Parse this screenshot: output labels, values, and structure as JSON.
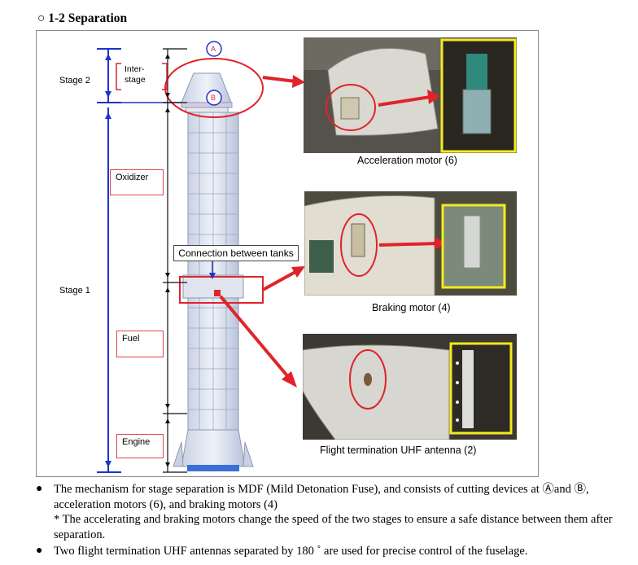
{
  "section": {
    "marker": "○",
    "title": "1-2 Separation"
  },
  "diagram": {
    "stage2_label": "Stage 2",
    "stage1_label": "Stage 1",
    "interstage_label": "Inter-\nstage",
    "oxidizer_label": "Oxidizer",
    "fuel_label": "Fuel",
    "engine_label": "Engine",
    "callout_label": "Connection between tanks",
    "marker_a": "A",
    "marker_b": "B"
  },
  "photos": [
    {
      "caption": "Acceleration motor (6)"
    },
    {
      "caption": "Braking motor (4)"
    },
    {
      "caption": "Flight termination UHF antenna (2)"
    }
  ],
  "bullets": {
    "item1_main": "The mechanism for stage separation is MDF (Mild Detonation Fuse), and consists of cutting devices at Ⓐand Ⓑ, acceleration motors (6), and braking motors (4)",
    "item1_note": "* The accelerating and braking motors change the speed of the two stages to ensure a safe distance between them after separation.",
    "item2": "Two flight termination UHF antennas separated by 180 ˚ are used for precise control of the fuselage."
  },
  "colors": {
    "dimension_blue": "#1f33c9",
    "highlight_red": "#e0232b",
    "frame_yellow": "#f4ea1f"
  }
}
